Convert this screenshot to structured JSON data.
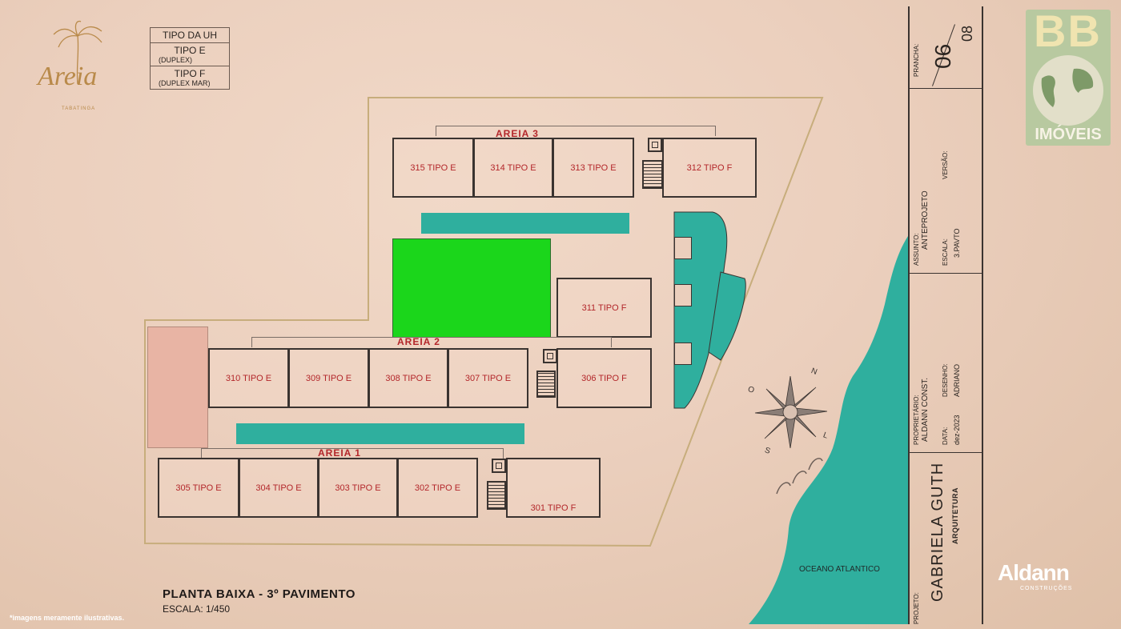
{
  "brand": {
    "logo_text": "Areia",
    "logo_sub": "TABATINGA",
    "partner_logo_top": "BB",
    "partner_logo_bottom": "IMÓVEIS",
    "builder_logo": "Aldann",
    "builder_sub": "CONSTRUÇÕES"
  },
  "legend": {
    "header": "TIPO DA UH",
    "type_e": "TIPO E",
    "type_e_sub": "(DUPLEX)",
    "type_f": "TIPO F",
    "type_f_sub": "(DUPLEX MAR)"
  },
  "blocks": {
    "areia3": "AREIA 3",
    "areia2": "AREIA 2",
    "areia1": "AREIA 1"
  },
  "units": {
    "u315": "315 TIPO E",
    "u314": "314 TIPO E",
    "u313": "313 TIPO E",
    "u312": "312 TIPO F",
    "u311": "311 TIPO F",
    "u310": "310 TIPO E",
    "u309": "309 TIPO E",
    "u308": "308 TIPO E",
    "u307": "307 TIPO E",
    "u306": "306 TIPO F",
    "u305": "305 TIPO E",
    "u304": "304 TIPO E",
    "u303": "303 TIPO E",
    "u302": "302 TIPO E",
    "u301": "301 TIPO F"
  },
  "compass": {
    "n": "N",
    "o": "O",
    "l": "L",
    "s": "S"
  },
  "ocean_label": "OCEANO ATLANTICO",
  "plan": {
    "title": "PLANTA BAIXA - 3º PAVIMENTO",
    "scale": "ESCALA: 1/450",
    "disclaimer": "*imagens meramente ilustrativas."
  },
  "titleblock": {
    "prancha_label": "PRANCHA:",
    "sheet": "06",
    "sheet_total": "08",
    "versao_label": "VERSÃO:",
    "assunto_label": "ASSUNTO:",
    "assunto": "ANTEPROJETO",
    "escala_label": "ESCALA:",
    "escala": "3.PAVTO",
    "proprietario_label": "PROPRIETÁRIO:",
    "proprietario": "ALDANN CONST.",
    "desenho_label": "DESENHO:",
    "desenho": "ADRIANO",
    "data_label": "DATA:",
    "data": "dez-2023",
    "projeto_label": "PROJETO:",
    "architect": "GABRIELA GUTH",
    "architect_sub": "ARQUITETURA"
  },
  "colors": {
    "background": "#ebcfbd",
    "pool": "#2faf9e",
    "green_area": "#1bd61b",
    "pink_area": "#e8b4a4",
    "ocean": "#2faf9e",
    "unit_text": "#b3262a"
  }
}
